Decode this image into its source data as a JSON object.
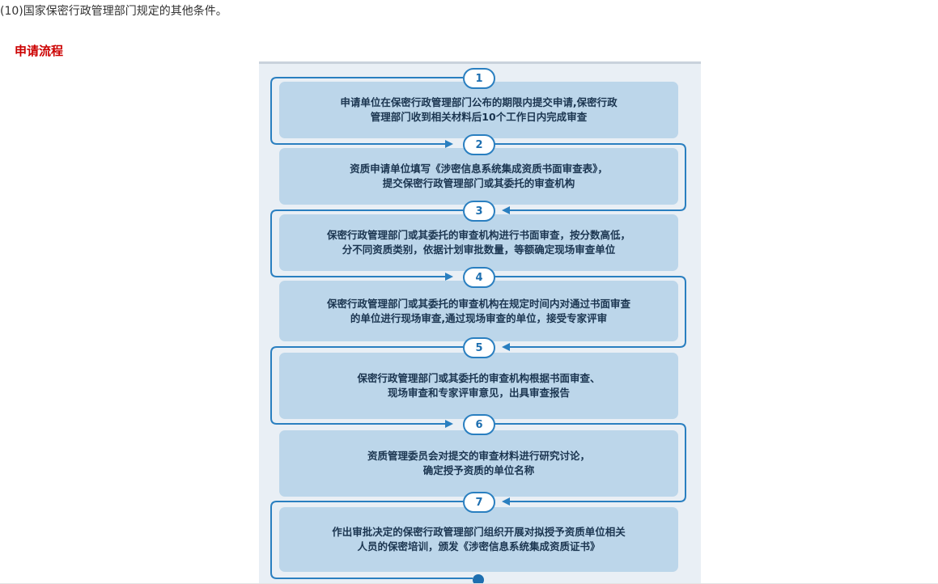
{
  "intro_text": "(10)国家保密行政管理部门规定的其他条件。",
  "section_heading": "申请流程",
  "flow": {
    "steps": [
      {
        "number": "1",
        "line1": "申请单位在保密行政管理部门公布的期限内提交申请,保密行政",
        "line2": "管理部门收到相关材料后10个工作日内完成审查"
      },
      {
        "number": "2",
        "line1": "资质申请单位填写《涉密信息系统集成资质书面审查表》，",
        "line2": "提交保密行政管理部门或其委托的审查机构"
      },
      {
        "number": "3",
        "line1": "保密行政管理部门或其委托的审查机构进行书面审查，按分数高低，",
        "line2": "分不同资质类别，依据计划审批数量，等额确定现场审查单位"
      },
      {
        "number": "4",
        "line1": "保密行政管理部门或其委托的审查机构在规定时间内对通过书面审查",
        "line2": "的单位进行现场审查,通过现场审查的单位，接受专家评审"
      },
      {
        "number": "5",
        "line1": "保密行政管理部门或其委托的审查机构根据书面审查、",
        "line2": "现场审查和专家评审意见，出具审查报告"
      },
      {
        "number": "6",
        "line1": "资质管理委员会对提交的审查材料进行研究讨论，",
        "line2": "确定授予资质的单位名称"
      },
      {
        "number": "7",
        "line1": "作出审批决定的保密行政管理部门组织开展对拟授予资质单位相关",
        "line2": "人员的保密培训，颁发《涉密信息系统集成资质证书》"
      }
    ]
  },
  "colors": {
    "heading": "#cc0000",
    "box_fill": "#bcd6ea",
    "arrow": "#2a7fc0",
    "figure_bg": "#e9eff5"
  }
}
